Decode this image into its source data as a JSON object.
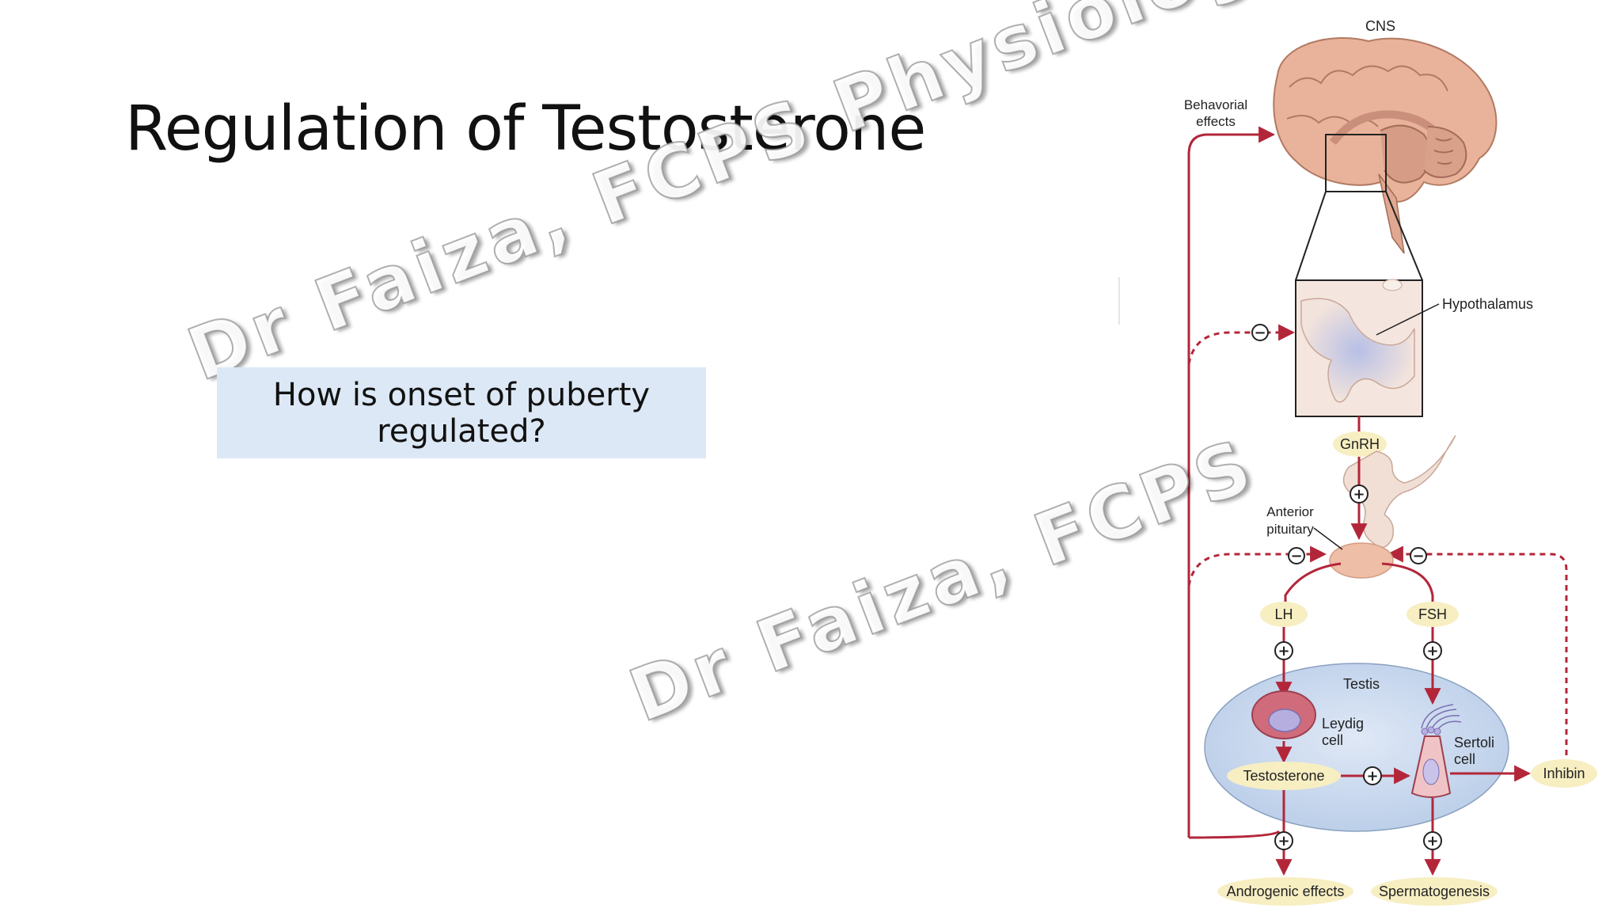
{
  "slide": {
    "title": "Regulation of Testosterone",
    "question": "How is onset of puberty regulated?",
    "watermarks": [
      "Dr Faiza, FCPS Physiology",
      "Dr Faiza, FCPS"
    ]
  },
  "diagram": {
    "labels": {
      "cns": "CNS",
      "behavioral_line1": "Behavorial",
      "behavioral_line2": "effects",
      "hypothalamus": "Hypothalamus",
      "gnrh": "GnRH",
      "anterior_line1": "Anterior",
      "anterior_line2": "pituitary",
      "lh": "LH",
      "fsh": "FSH",
      "testis": "Testis",
      "leydig_line1": "Leydig",
      "leydig_line2": "cell",
      "sertoli_line1": "Sertoli",
      "sertoli_line2": "cell",
      "testosterone": "Testosterone",
      "inhibin": "Inhibin",
      "androgenic": "Androgenic effects",
      "spermatogenesis": "Spermatogenesis"
    },
    "signs": {
      "plus": "+",
      "minus": "−"
    },
    "colors": {
      "arrow": "#b3263a",
      "pill": "#f7eec2",
      "testis": "#c9d9ef",
      "brain": "#e7b49c",
      "pituitary": "#efbea6"
    }
  }
}
